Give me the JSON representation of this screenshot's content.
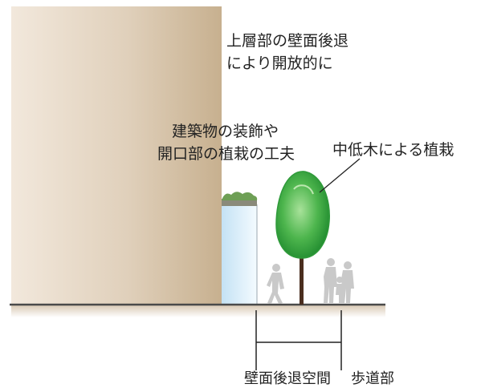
{
  "labels": {
    "upper_setback_line1": "上層部の壁面後退",
    "upper_setback_line2": "により開放的に",
    "facade_line1": "建築物の装飾や",
    "facade_line2": "開口部の植栽の工夫",
    "tree": "中低木による植栽",
    "wall_setback_space": "壁面後退空間",
    "sidewalk": "歩道部"
  },
  "colors": {
    "building_light": "#efe4d6",
    "building_dark": "#c9b393",
    "glass": "#d6ecf8",
    "planter_green": "#6e9f55",
    "tree_green": "#49b049",
    "trunk": "#4a2e1f",
    "ground": "#4a4a4a",
    "people": "#c9c9c9"
  }
}
